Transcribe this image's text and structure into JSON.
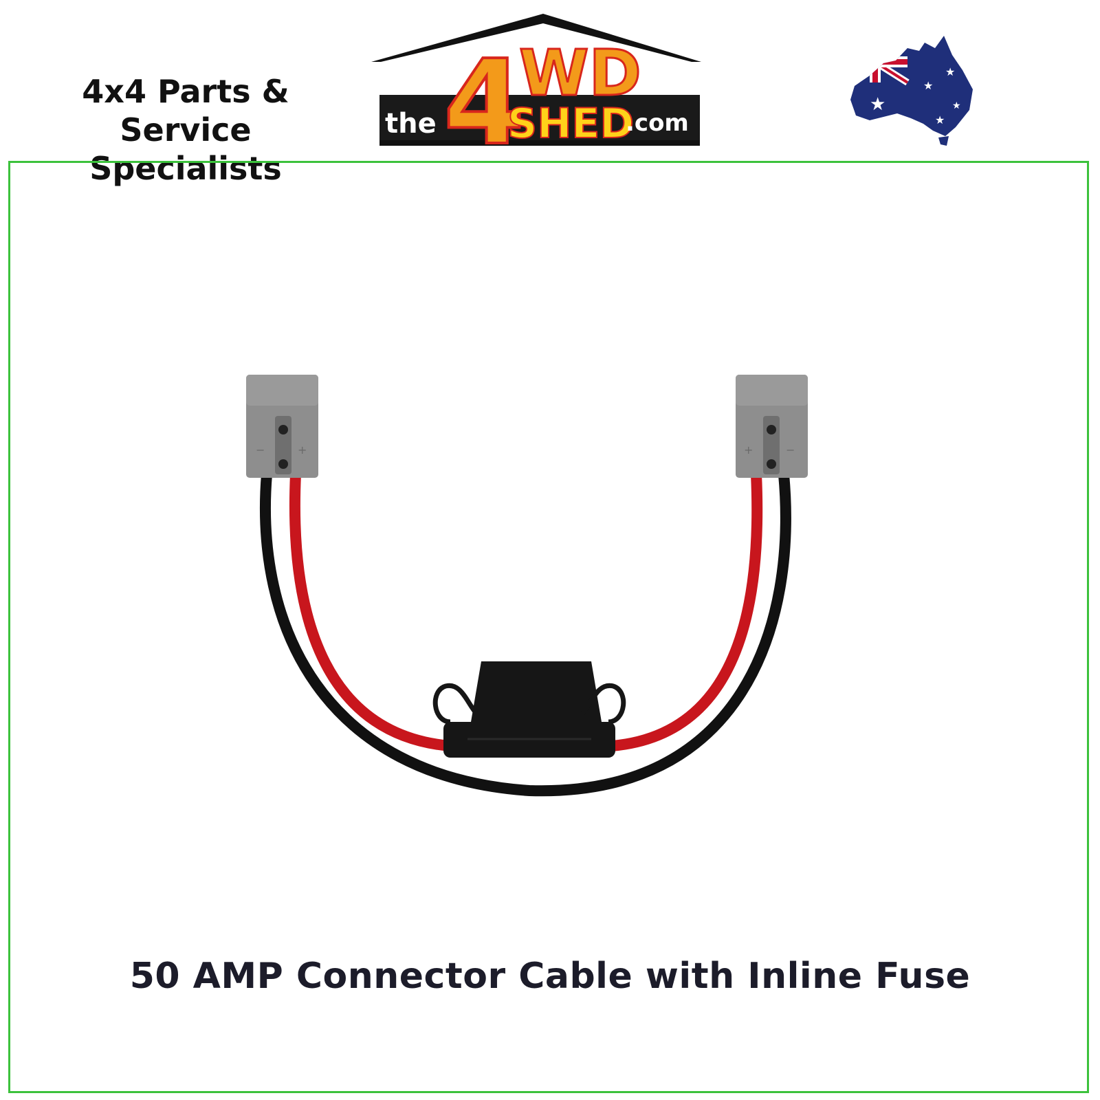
{
  "header": {
    "tagline_line1": "4x4 Parts & Service",
    "tagline_line2": "Specialists",
    "logo": {
      "text_the": "the",
      "text_4wd": "4WD",
      "text_shed": "SHED",
      "text_com": ".com",
      "colors": {
        "roof": "#111111",
        "orange": "#f39a1a",
        "red": "#d8261c",
        "yellow": "#ffd21a",
        "dark": "#1a1a1a"
      }
    },
    "flag_map_icon": "australia-flag-map-icon"
  },
  "product": {
    "image_icon": "anderson-connector-cable-with-fuse-image",
    "colors": {
      "connector": "#8e8e8e",
      "red_wire": "#c8161d",
      "black_wire": "#111111",
      "fuse_holder": "#161616"
    }
  },
  "caption": "50 AMP Connector Cable with Inline Fuse",
  "frame": {
    "border_color": "#3cc23c"
  }
}
